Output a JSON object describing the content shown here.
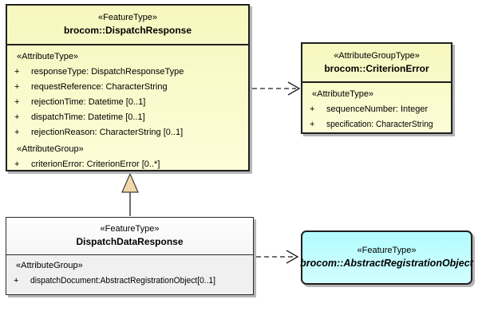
{
  "diagram_title": "UML class diagram",
  "colors": {
    "class_fill": "#f9f9c9",
    "abstract_class_fill": "#c2feff",
    "neutral_class_title_fill": "#fbfbfb",
    "neutral_class_body_fill": "#f0f0f0",
    "box_border": "#1f1f1f",
    "box_shadow": "#b5b5b5",
    "generalization_arrow_fill": "#f2d8a8"
  },
  "boxes": {
    "dispatchResponse": {
      "stereotype": "«FeatureType»",
      "name": "brocom::DispatchResponse",
      "attrGroup1Heading": "«AttributeType»",
      "attrs1": [
        {
          "vis": "+",
          "text": "responseType: DispatchResponseType"
        },
        {
          "vis": "+",
          "text": "requestReference: CharacterString"
        },
        {
          "vis": "+",
          "text": "rejectionTime: Datetime [0..1]"
        },
        {
          "vis": "+",
          "text": "dispatchTime: Datetime [0..1]"
        },
        {
          "vis": "+",
          "text": "rejectionReason: CharacterString [0..1]"
        }
      ],
      "attrGroup2Heading": "«AttributeGroup»",
      "attrs2": [
        {
          "vis": "+",
          "text": "criterionError: CriterionError [0..*]"
        }
      ]
    },
    "criterionError": {
      "stereotype": "«AttributeGroupType»",
      "name": "brocom::CriterionError",
      "attrHeading": "«AttributeType»",
      "attrs": [
        {
          "vis": "+",
          "text": "sequenceNumber: Integer"
        },
        {
          "vis": "+",
          "text": "specification: CharacterString"
        }
      ]
    },
    "dispatchDataResponse": {
      "stereotype": "«FeatureType»",
      "name": "DispatchDataResponse",
      "attrHeading": "«AttributeGroup»",
      "attrs": [
        {
          "vis": "+",
          "text": "dispatchDocument:AbstractRegistrationObject[0..1]"
        }
      ]
    },
    "abstractRegistrationObject": {
      "stereotype": "«FeatureType»",
      "name": "brocom::AbstractRegistrationObject"
    }
  },
  "relationships": [
    {
      "type": "dependency",
      "from": "brocom::DispatchResponse",
      "to": "brocom::CriterionError",
      "style": "dashed-open-arrow"
    },
    {
      "type": "generalization",
      "from": "DispatchDataResponse",
      "to": "brocom::DispatchResponse",
      "style": "solid-hollow-triangle"
    },
    {
      "type": "dependency",
      "from": "DispatchDataResponse",
      "to": "brocom::AbstractRegistrationObject",
      "style": "dashed-open-arrow"
    }
  ]
}
